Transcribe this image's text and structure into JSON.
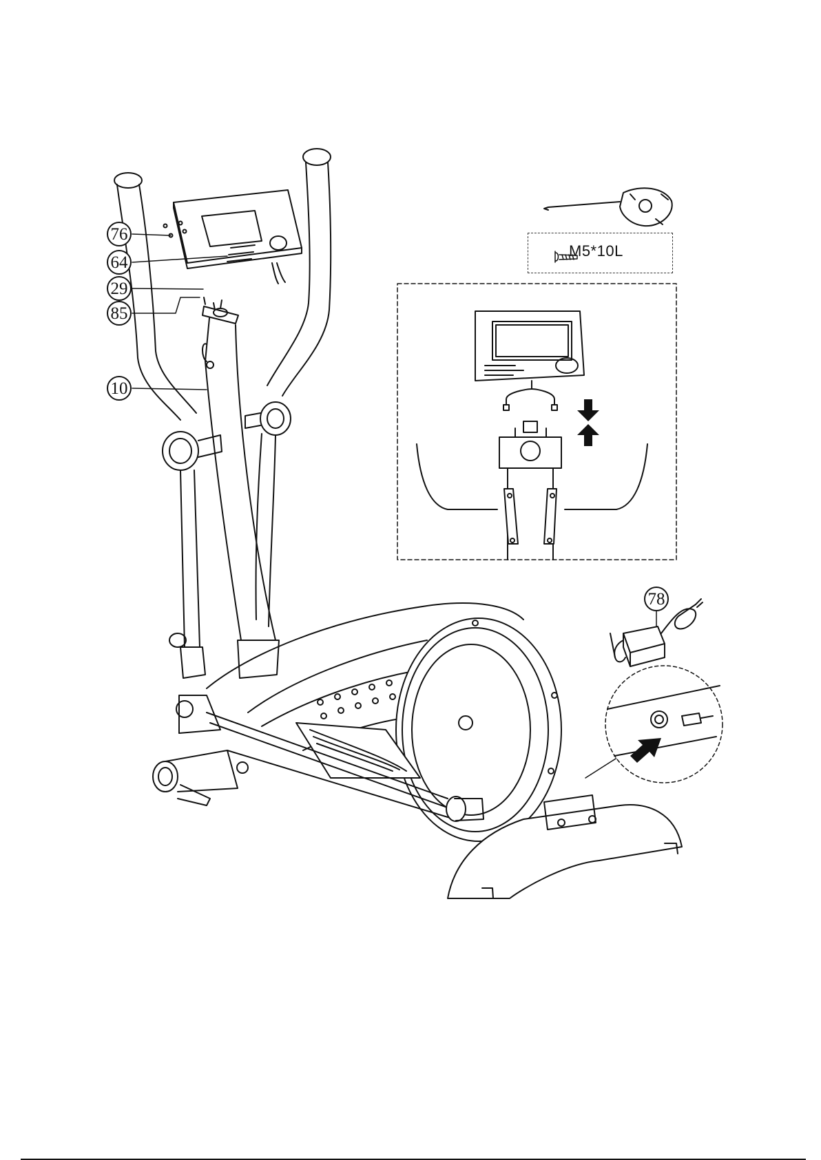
{
  "callouts": {
    "c76": "76",
    "c64": "64",
    "c29": "29",
    "c85": "85",
    "c10": "10",
    "c78": "78"
  },
  "hardware": {
    "screw_spec": "M5*10L"
  },
  "icons": [
    "wrench-tool-icon",
    "screw-icon",
    "arrow-down-icon",
    "arrow-up-icon",
    "insert-arrow-icon"
  ]
}
